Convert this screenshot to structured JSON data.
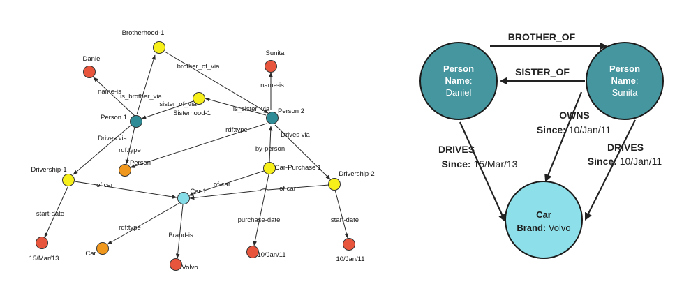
{
  "colors": {
    "yellow": "#f7ef1a",
    "red": "#e8553d",
    "orange": "#f0981d",
    "teal": "#2f8c96",
    "lightblue": "#86dde8",
    "person_big": "#46969f",
    "car_big": "#8de0ea"
  },
  "left": {
    "nodes": {
      "brotherhood": "Brotherhood-1",
      "daniel": "Daniel",
      "sunita": "Sunita",
      "person1": "Person 1",
      "person2": "Person 2",
      "sisterhood": "Sisterhood-1",
      "person_class": "Person",
      "drivership1": "Drivership-1",
      "drivership2": "Drivership-2",
      "car_purchase": "Car-Purchase 1",
      "car1": "Car 1",
      "date1": "15/Mar/13",
      "car_class": "Car",
      "volvo": "Volvo",
      "date2": "10/Jan/11",
      "date3": "10/Jan/11"
    },
    "edges": {
      "name_is_1": "name-is",
      "is_brother_via": "is_brother_via",
      "brother_of_via": "brother_of_via",
      "sister_of_via": "sister_of_via",
      "is_sister_via": "is_sister_via",
      "name_is_2": "name-is",
      "rdf_type_p1": "rdf:type",
      "rdf_type_p2": "rdf:type",
      "drives_via_1": "Drives via",
      "drives_via_2": "Drives via",
      "by_person": "by-person",
      "of_car_1": "of car",
      "of_car_cp": "of-car",
      "of_car_2": "of car",
      "start_date_1": "start-date",
      "rdf_type_car": "rdf:type",
      "brand_is": "Brand-is",
      "purchase_date": "purchase-date",
      "start_date_2": "start-date"
    }
  },
  "right": {
    "daniel": {
      "type": "Person",
      "name_key": "Name",
      "name_val": "Daniel"
    },
    "sunita": {
      "type": "Person",
      "name_key": "Name",
      "name_val": "Sunita"
    },
    "car": {
      "type": "Car",
      "brand_key": "Brand",
      "brand_val": "Volvo"
    },
    "brother_of": "BROTHER_OF",
    "sister_of": "SISTER_OF",
    "owns": {
      "label": "OWNS",
      "since_key": "Since",
      "since_val": "10/Jan/11"
    },
    "drives_left": {
      "label": "DRIVES",
      "since_key": "Since",
      "since_val": "15/Mar/13"
    },
    "drives_right": {
      "label": "DRIVES",
      "since_key": "Since",
      "since_val": "10/Jan/11"
    }
  }
}
